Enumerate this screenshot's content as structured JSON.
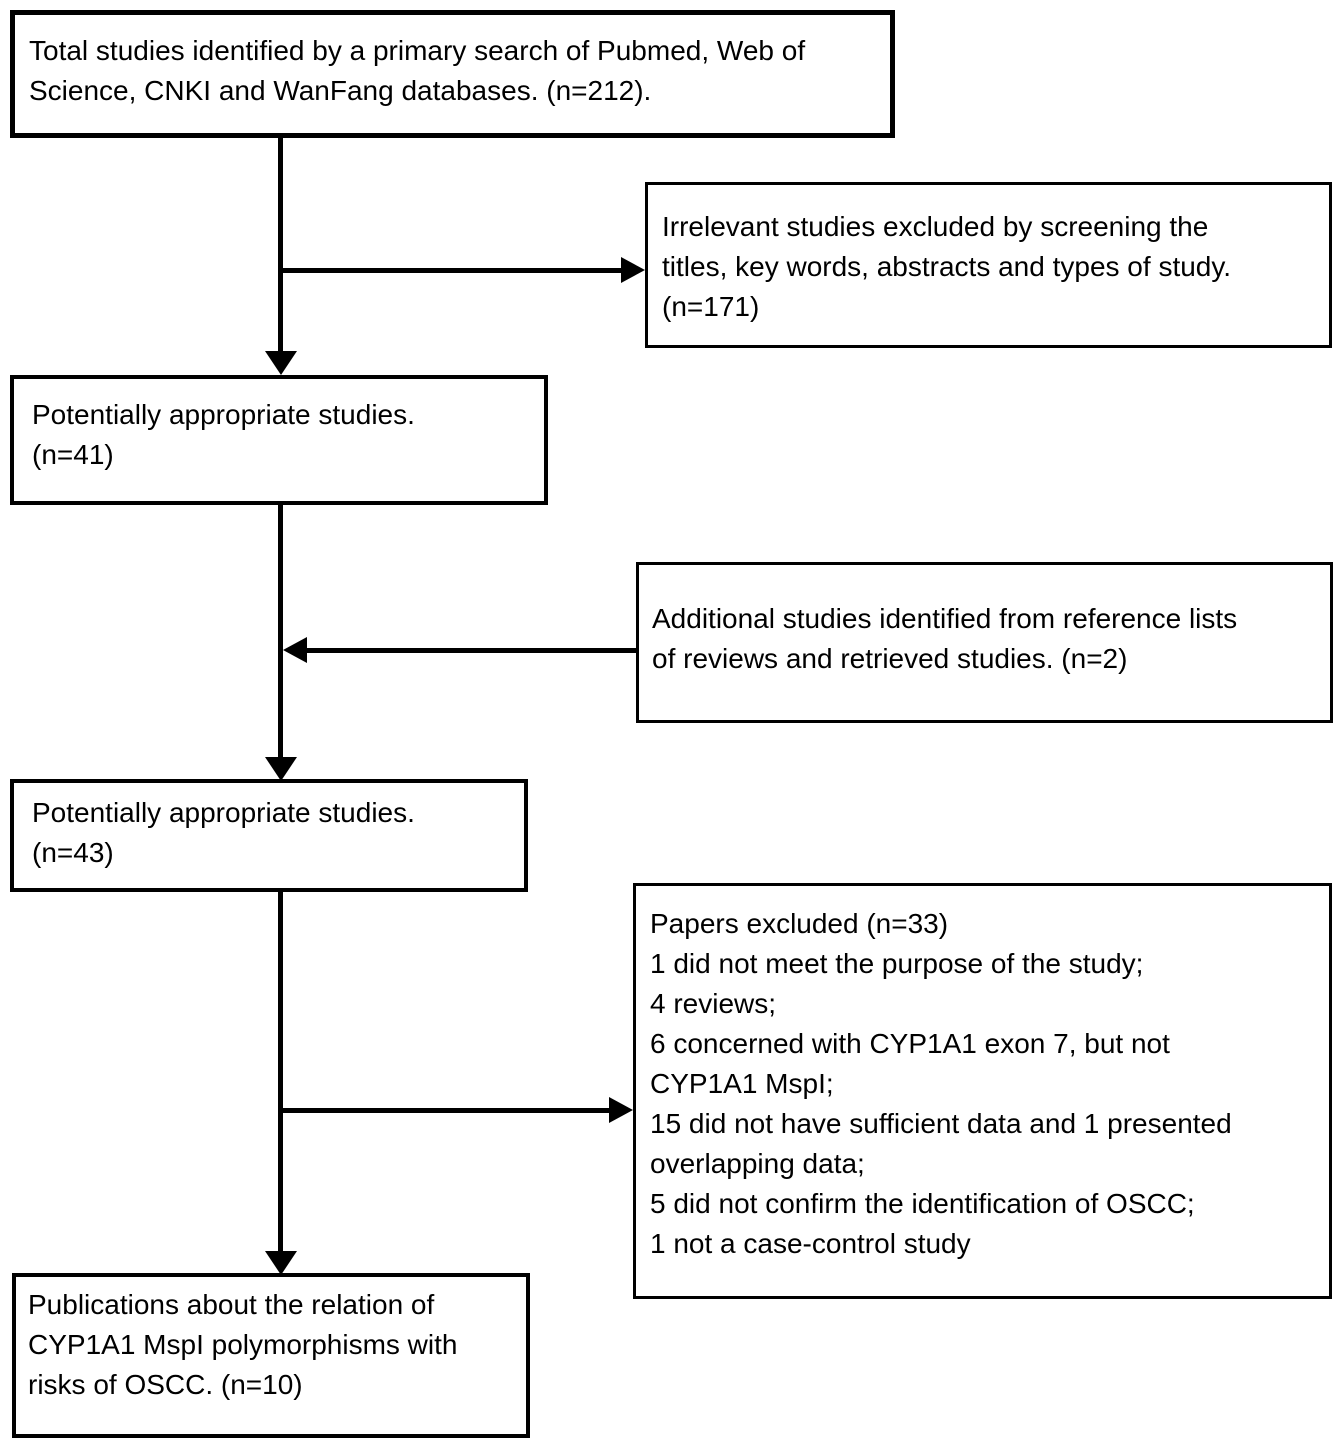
{
  "flowchart": {
    "colors": {
      "background": "#ffffff",
      "border": "#000000",
      "text": "#000000"
    },
    "boxes": {
      "total_identified": {
        "n": 212,
        "text": "Total studies identified by a primary search of Pubmed, Web of\nScience, CNKI and WanFang databases. (n=212)."
      },
      "irrelevant_excluded": {
        "n": 171,
        "text": "Irrelevant studies excluded by screening the\ntitles, key words, abstracts and types of study.\n(n=171)"
      },
      "potentially_appropriate_41": {
        "n": 41,
        "text": "Potentially appropriate studies.\n(n=41)"
      },
      "additional_studies": {
        "n": 2,
        "text": "Additional studies identified from reference lists\nof reviews and retrieved studies. (n=2)"
      },
      "potentially_appropriate_43": {
        "n": 43,
        "text": "Potentially appropriate studies.\n(n=43)"
      },
      "papers_excluded": {
        "n": 33,
        "text": "Papers excluded (n=33)\n1 did not meet the purpose of the study;\n4 reviews;\n6 concerned with CYP1A1 exon 7, but not\nCYP1A1 MspI;\n15 did not have sufficient data and 1 presented\noverlapping data;\n5 did not confirm the identification of OSCC;\n1 not a case-control study"
      },
      "final_publications": {
        "n": 10,
        "text": "Publications about the relation of\nCYP1A1 MspI polymorphisms with\nrisks of OSCC. (n=10)"
      }
    },
    "edges": [
      {
        "from": "total_identified",
        "to": "potentially_appropriate_41",
        "direction": "down"
      },
      {
        "from": "total_identified",
        "to": "irrelevant_excluded",
        "direction": "right"
      },
      {
        "from": "potentially_appropriate_41",
        "to": "potentially_appropriate_43",
        "direction": "down"
      },
      {
        "from": "additional_studies",
        "to": "potentially_appropriate_43",
        "direction": "left-merge"
      },
      {
        "from": "potentially_appropriate_43",
        "to": "final_publications",
        "direction": "down"
      },
      {
        "from": "potentially_appropriate_43",
        "to": "papers_excluded",
        "direction": "right"
      }
    ]
  }
}
